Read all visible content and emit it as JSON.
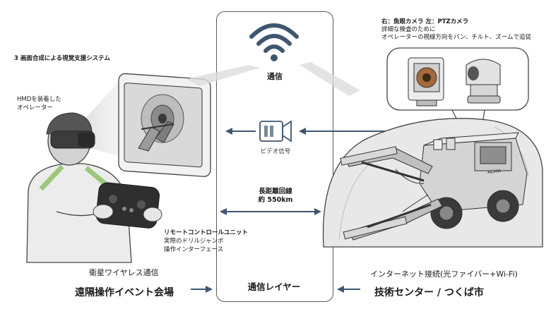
{
  "left": {
    "system_title": "3 画面合成による視覚支援システム",
    "operator_label_line1": "HMDを装着した",
    "operator_label_line2": "オペレーター",
    "rc_title": "リモートコントロールユニット",
    "rc_line1": "実際のドリルジャンボ",
    "rc_line2": "操作インターフェース",
    "link_label": "衛星ワイヤレス通信",
    "site_label": "遠隔操作イベント会場"
  },
  "center": {
    "comm_label": "通信",
    "video_label": "ビデオ信号",
    "distance_line1": "長距離回線",
    "distance_line2": "約 550km",
    "layer_label": "通信レイヤー"
  },
  "right": {
    "camera_title": "右：魚眼カメラ 左：PTZカメラ",
    "camera_line1": "詳細な検査のために",
    "camera_line2": "オペレーターの視線方向をパン、チルト、ズームで追従",
    "link_label": "インターネット接続(光ファイバー+Wi-Fi)",
    "site_label": "技術センター / つくば市",
    "machine_brand": "ALMA"
  },
  "colors": {
    "arrow": "#3e5670",
    "line": "#444444",
    "accent_green": "#9cc87a",
    "screen_face": "#e6e6e6"
  }
}
